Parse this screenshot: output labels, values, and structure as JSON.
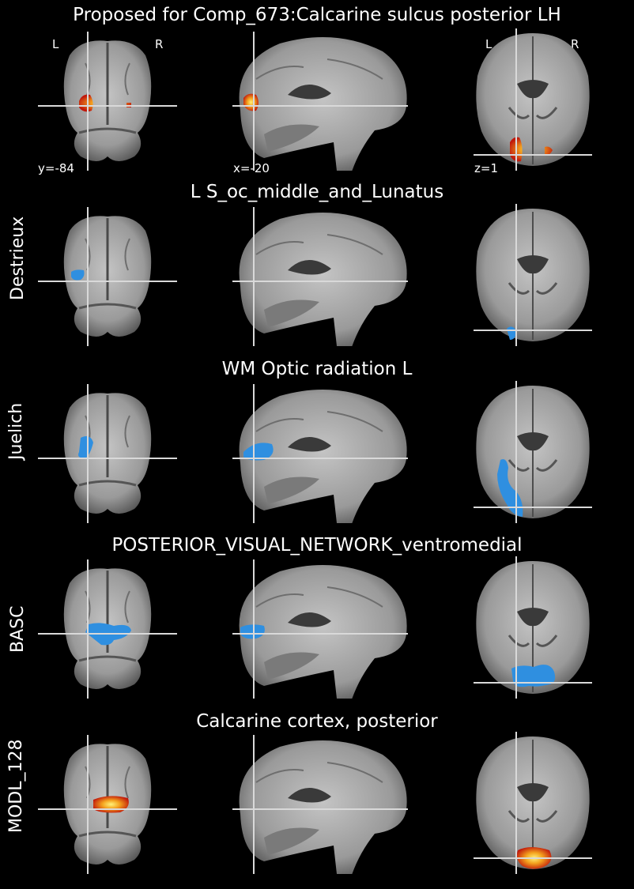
{
  "figure": {
    "rows": [
      {
        "title": "Proposed for Comp_673:Calcarine sulcus posterior LH",
        "label": "",
        "blob": "hot"
      },
      {
        "title": "L S_oc_middle_and_Lunatus",
        "label": "Destrieux",
        "blob": "blue"
      },
      {
        "title": "WM Optic radiation L",
        "label": "Juelich",
        "blob": "blue"
      },
      {
        "title": "POSTERIOR_VISUAL_NETWORK_ventromedial",
        "label": "BASC",
        "blob": "blue"
      },
      {
        "title": "Calcarine cortex, posterior",
        "label": "MODL_128",
        "blob": "hot"
      }
    ],
    "orientation": {
      "left": "L",
      "right": "R"
    },
    "coords": {
      "coronal": "y=-84",
      "sagittal": "x=-20",
      "axial": "z=1"
    },
    "colors": {
      "background": "#000000",
      "crosshair": "#d9d9d9",
      "blue_blob": "#2f8fe0",
      "hot_blob_core": "#fff27a",
      "hot_blob_edge": "#c0180c"
    }
  }
}
